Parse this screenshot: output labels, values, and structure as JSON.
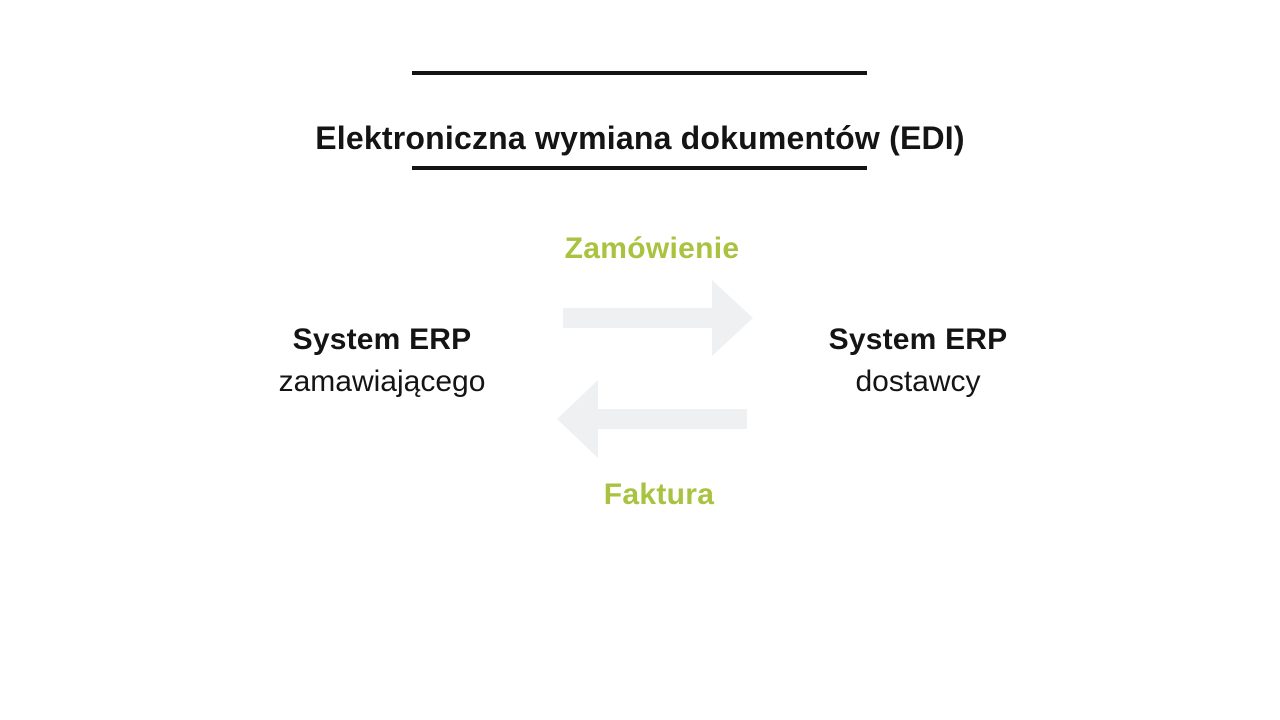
{
  "slide": {
    "background": "#ffffff"
  },
  "header": {
    "title": "Elektroniczna wymiana dokumentów (EDI)",
    "rule_color": "#141414"
  },
  "diagram": {
    "order_flow": {
      "label": "Zamówienie",
      "direction": "right"
    },
    "invoice_flow": {
      "label": "Faktura",
      "direction": "left"
    },
    "buyer_system": {
      "name": "System ERP",
      "role": "zamawiającego"
    },
    "supplier_system": {
      "name": "System ERP",
      "role": "dostawcy"
    },
    "colors": {
      "label_green": "#a9c23f",
      "arrow_gray": "#eef0f1",
      "text_black": "#141414"
    }
  }
}
